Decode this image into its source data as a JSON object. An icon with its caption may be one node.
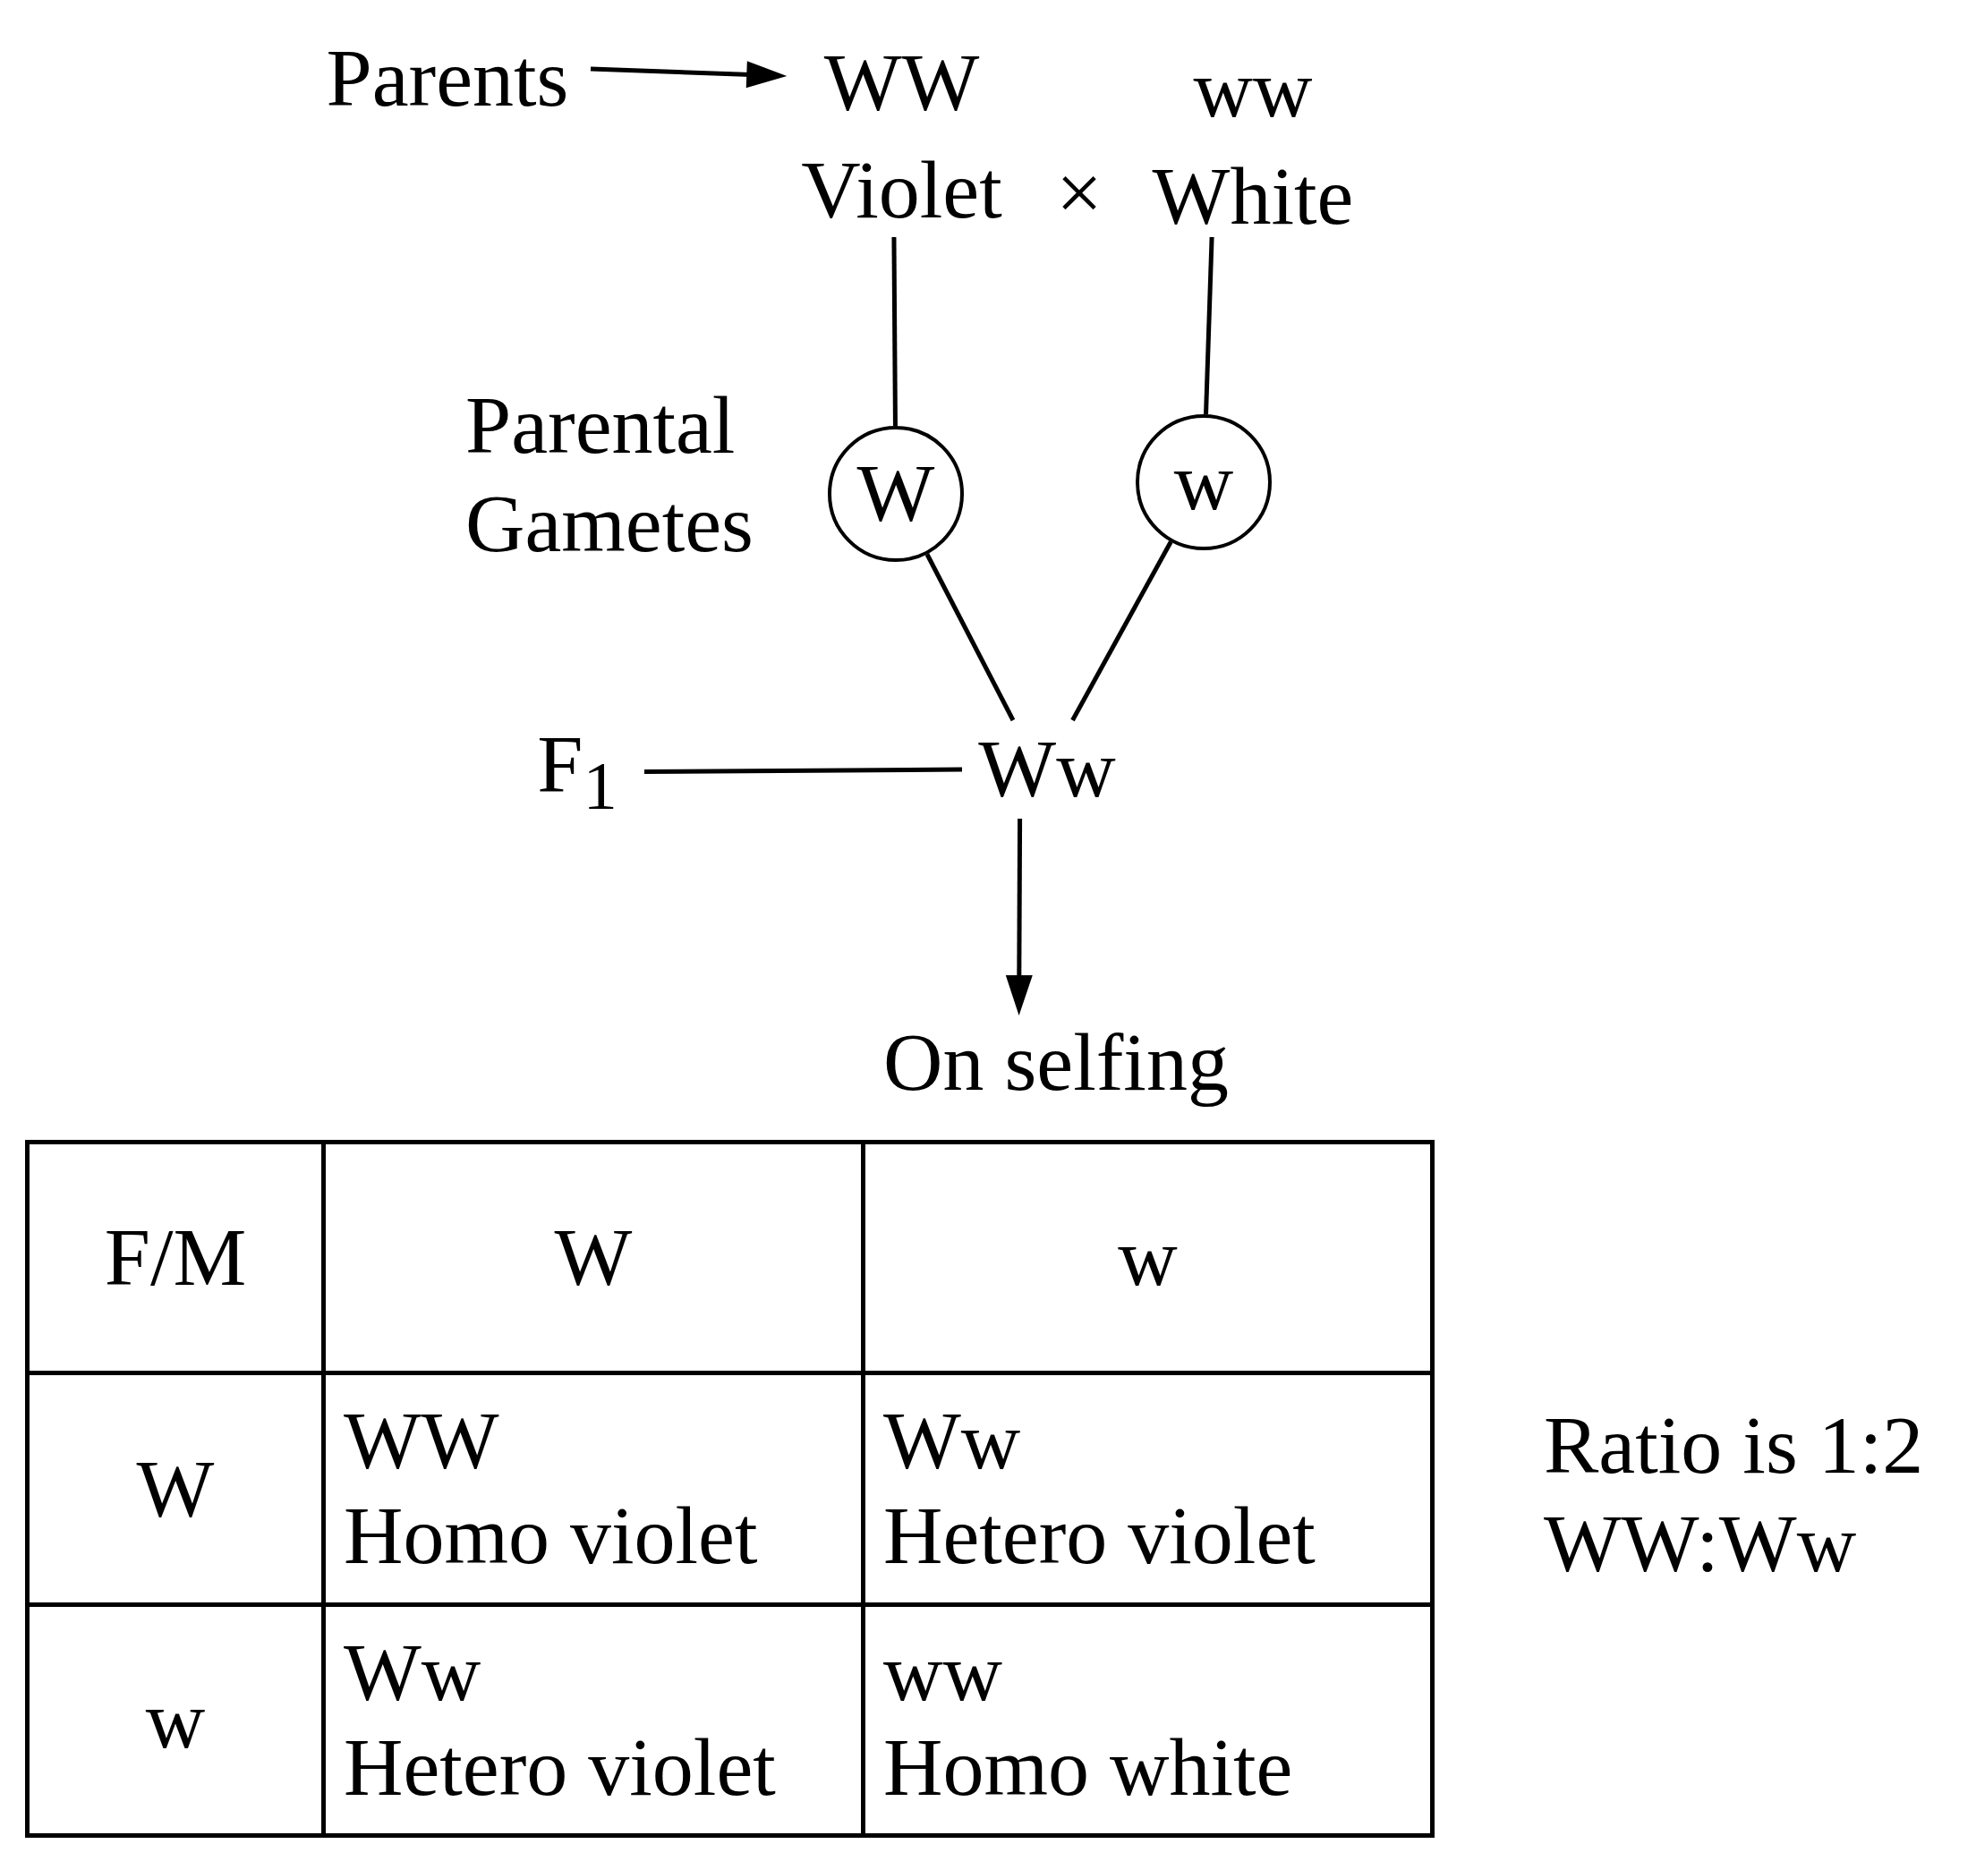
{
  "diagram": {
    "nodes": [
      {
        "text": [
          "Parents"
        ]
      },
      {
        "text": [
          "WW",
          "Violet"
        ]
      },
      {
        "text": [
          "ww",
          "White"
        ]
      },
      {
        "text": [
          "W"
        ]
      },
      {
        "text": [
          "w"
        ]
      },
      {
        "text": [
          "F$_{1}$"
        ]
      },
      {
        "text": [
          "Ww"
        ]
      },
      {
        "text": [
          "On selfing"
        ]
      }
    ],
    "edges": [
      {
        "from": 0,
        "to": 1,
        "arrow": "to"
      },
      {
        "from": 1,
        "to": 3,
        "arrow": "none"
      },
      {
        "from": 2,
        "to": 4,
        "arrow": "none"
      },
      {
        "from": 3,
        "to": 6,
        "arrow": "none"
      },
      {
        "from": 4,
        "to": 6,
        "arrow": "none"
      },
      {
        "from": 5,
        "to": 6,
        "arrow": "none"
      },
      {
        "from": 6,
        "to": 7,
        "arrow": "to"
      }
    ],
    "labels": [
      "×",
      "Parental Gametes",
      "F/M",
      "W",
      "w",
      "W",
      "WW",
      "Homo violet",
      "Ww",
      "Hetero violet",
      "w",
      "Ww",
      "Hetero violet",
      "ww",
      "Homo white",
      "Ratio is 1:2",
      "WW:Ww"
    ]
  }
}
